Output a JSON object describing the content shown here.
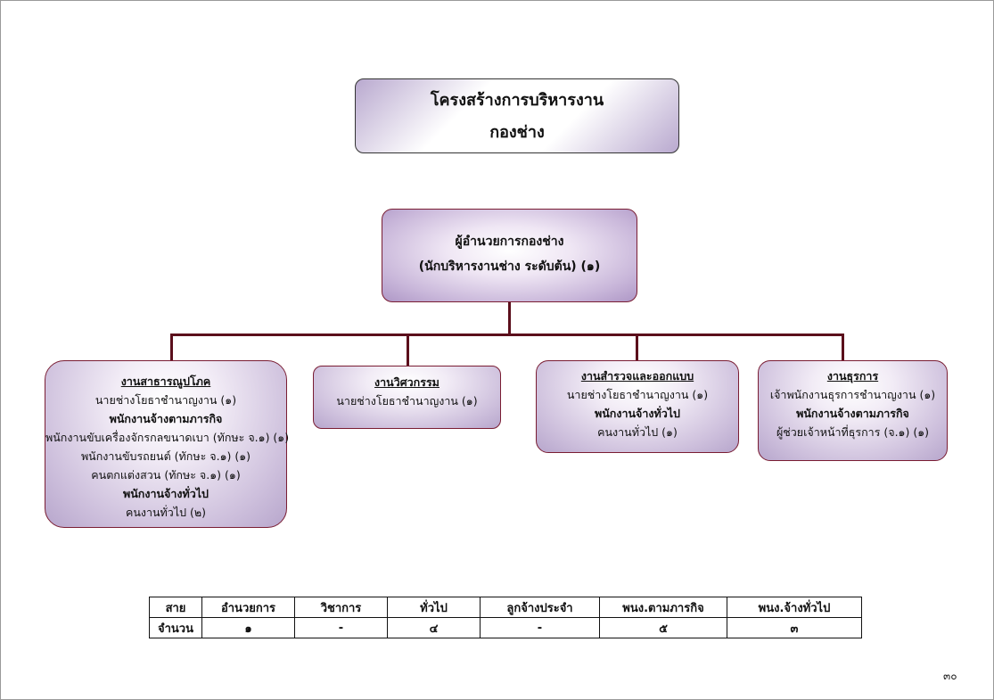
{
  "title": {
    "line1": "โครงสร้างการบริหารงาน",
    "line2": "กองช่าง"
  },
  "director": {
    "line1": "ผู้อำนวยการกองช่าง",
    "line2": "(นักบริหารงานช่าง ระดับต้น) (๑)"
  },
  "units": {
    "public_works": {
      "head": "งานสาธารณูปโภค",
      "lines": [
        "นายช่างโยธาชำนาญงาน (๑)",
        "พนักงานจ้างตามภารกิจ",
        "พนักงานขับเครื่องจักรกลขนาดเบา (ทักษะ จ.๑) (๑)",
        "พนักงานขับรถยนต์ (ทักษะ จ.๑) (๑)",
        "คนตกแต่งสวน (ทักษะ จ.๑) (๑)",
        "พนักงานจ้างทั่วไป",
        "คนงานทั่วไป (๒)"
      ]
    },
    "engineering": {
      "head": "งานวิศวกรรม",
      "lines": [
        "นายช่างโยธาชำนาญงาน (๑)"
      ]
    },
    "survey_design": {
      "head": "งานสำรวจและออกแบบ",
      "lines": [
        "นายช่างโยธาชำนาญงาน (๑)",
        "พนักงานจ้างทั่วไป",
        "คนงานทั่วไป (๑)"
      ]
    },
    "administration": {
      "head": "งานธุรการ",
      "lines": [
        "เจ้าพนักงานธุรการชำนาญงาน (๑)",
        "พนักงานจ้างตามภารกิจ",
        "ผู้ช่วยเจ้าหน้าที่ธุรการ (จ.๑) (๑)"
      ]
    }
  },
  "summary_table": {
    "headers": [
      "สาย",
      "อำนวยการ",
      "วิชาการ",
      "ทั่วไป",
      "ลูกจ้างประจำ",
      "พนง.ตามภารกิจ",
      "พนง.จ้างทั่วไป"
    ],
    "row": [
      "จำนวน",
      "๑",
      "-",
      "๔",
      "-",
      "๕",
      "๓"
    ]
  },
  "page_number": "๓๐"
}
